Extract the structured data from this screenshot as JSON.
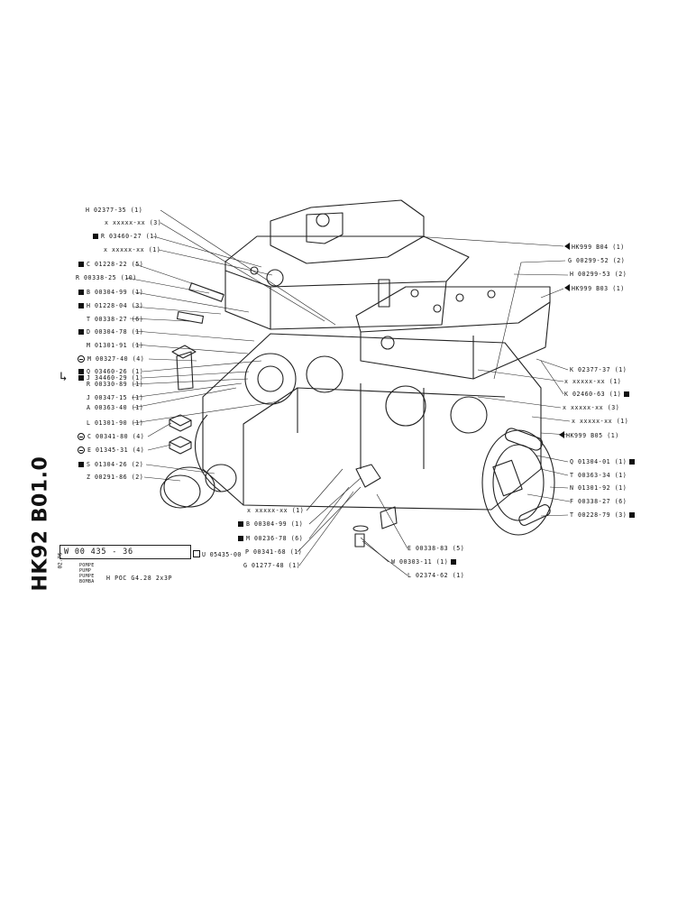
{
  "sheet": {
    "section_code": "HK92 B01.0",
    "date": "02.76",
    "part_number": "W 00 435 - 36",
    "alt_reference": "U 05435-00",
    "descriptions": [
      "POMPE",
      "PUMP",
      "PUMPE",
      "BOMBA"
    ],
    "model": "H POC G4.28  2x3P"
  },
  "callouts_left": [
    {
      "id": "h02377",
      "text": "H 02377-35 (1)",
      "marker": ""
    },
    {
      "id": "x1",
      "text": "x xxxxx-xx (3)",
      "marker": ""
    },
    {
      "id": "r03460",
      "text": "R 03460-27 (1)",
      "marker": "square"
    },
    {
      "id": "x2",
      "text": "x xxxxx-xx (1)",
      "marker": ""
    },
    {
      "id": "c01228",
      "text": "C 01228-22 (5)",
      "marker": "square"
    },
    {
      "id": "r00338",
      "text": "R 00338-25 (10)",
      "marker": ""
    },
    {
      "id": "b00304a",
      "text": "B 00304-99 (1)",
      "marker": "square"
    },
    {
      "id": "h01228",
      "text": "H 01228-04 (3)",
      "marker": "square"
    },
    {
      "id": "t00338",
      "text": "T 00338-27 (6)",
      "marker": ""
    },
    {
      "id": "d00304",
      "text": "D 00304-78 (1)",
      "marker": "square"
    },
    {
      "id": "m01301",
      "text": "M 01301-91 (1)",
      "marker": ""
    },
    {
      "id": "m00327",
      "text": "M 00327-40 (4)",
      "marker": "circle"
    },
    {
      "id": "q03460",
      "text": "Q 03460-26 (1)",
      "marker": "square"
    },
    {
      "id": "j34460",
      "text": "J 34460-29 (1)",
      "marker": "square"
    },
    {
      "id": "r00330",
      "text": "R 00330-89 (1)",
      "marker": ""
    },
    {
      "id": "j00347",
      "text": "J 00347-15 (1)",
      "marker": ""
    },
    {
      "id": "a00363",
      "text": "A 00363-40 (1)",
      "marker": ""
    },
    {
      "id": "l01301",
      "text": "L 01301-90 (1)",
      "marker": ""
    },
    {
      "id": "c00341",
      "text": "C 00341-80 (4)",
      "marker": "circle"
    },
    {
      "id": "e01345",
      "text": "E 01345-31 (4)",
      "marker": "circle"
    },
    {
      "id": "s01304",
      "text": "S 01304-26 (2)",
      "marker": "square"
    },
    {
      "id": "z00291",
      "text": "Z 00291-86 (2)",
      "marker": ""
    }
  ],
  "callouts_bottom": [
    {
      "id": "x3",
      "text": "x xxxxx-xx (1)",
      "marker": ""
    },
    {
      "id": "b00304b",
      "text": "B 00304-99 (1)",
      "marker": "square"
    },
    {
      "id": "m00236",
      "text": "M 00236-78 (6)",
      "marker": "square"
    },
    {
      "id": "p00341",
      "text": "P 00341-68 (1)",
      "marker": ""
    },
    {
      "id": "g01277",
      "text": "G 01277-48 (1)",
      "marker": ""
    },
    {
      "id": "e00338",
      "text": "E 00338-83 (5)",
      "marker": ""
    },
    {
      "id": "w00303",
      "text": "W 00303-11 (1)",
      "marker": "square-after"
    },
    {
      "id": "l02374",
      "text": "L 02374-62 (1)",
      "marker": ""
    }
  ],
  "callouts_right": [
    {
      "id": "hk999b04",
      "text": "HK999 B04 (1)",
      "marker": "arrow"
    },
    {
      "id": "g00299",
      "text": "G 00299-52 (2)",
      "marker": ""
    },
    {
      "id": "h00299",
      "text": "H 00299-53 (2)",
      "marker": ""
    },
    {
      "id": "hk999b03",
      "text": "HK999 B03 (1)",
      "marker": "arrow"
    },
    {
      "id": "k02377",
      "text": "K 02377-37 (1)",
      "marker": ""
    },
    {
      "id": "x4",
      "text": "x xxxxx-xx (1)",
      "marker": ""
    },
    {
      "id": "k02460",
      "text": "K 02460-63 (1)",
      "marker": "square-after"
    },
    {
      "id": "x5",
      "text": "x xxxxx-xx (3)",
      "marker": ""
    },
    {
      "id": "x6",
      "text": "x xxxxx-xx (1)",
      "marker": ""
    },
    {
      "id": "hk999b05",
      "text": "HK999 B05 (1)",
      "marker": "arrow"
    },
    {
      "id": "q01304",
      "text": "Q 01304-01 (1)",
      "marker": "square-after"
    },
    {
      "id": "t00363",
      "text": "T 00363-34 (1)",
      "marker": ""
    },
    {
      "id": "n01301",
      "text": "N 01301-92 (1)",
      "marker": ""
    },
    {
      "id": "f00338",
      "text": "F 00338-27 (6)",
      "marker": ""
    },
    {
      "id": "t00228",
      "text": "T 00228-79 (3)",
      "marker": "square-after"
    }
  ]
}
